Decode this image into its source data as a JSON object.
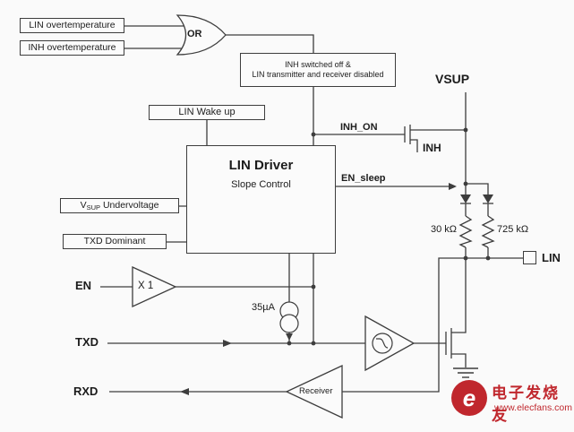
{
  "blocks": {
    "lin_overtemperature": "LIN overtemperature",
    "inh_overtemperature": "INH overtemperature",
    "or_gate": "OR",
    "shutdown_note_line1": "INH switched off &",
    "shutdown_note_line2": "LIN transmitter and receiver disabled",
    "lin_wake_up": "LIN Wake up",
    "lin_driver": "LIN Driver",
    "slope_control": "Slope Control",
    "vsup_undervoltage_prefix": "V",
    "vsup_undervoltage_sub": "SUP",
    "vsup_undervoltage_rest": " Undervoltage",
    "txd_dominant": "TXD Dominant",
    "en_buffer": "X 1",
    "receiver": "Receiver"
  },
  "labels": {
    "vsup_rail": "VSUP",
    "inh_on": "INH_ON",
    "inh_pin": "INH",
    "en_sleep": "EN_sleep",
    "pullup_resistor": "30 kΩ",
    "slave_resistor": "725 kΩ",
    "lin_pin": "LIN",
    "en_pin": "EN",
    "txd_pin": "TXD",
    "rxd_pin": "RXD",
    "current_source": "35µA"
  },
  "watermark": {
    "logo_letter": "e",
    "brand": "电子发烧友",
    "url": "www.elecfans.com",
    "color": "#c0272d"
  },
  "colors": {
    "wire": "#3d3d3d",
    "background": "#fafafa"
  }
}
